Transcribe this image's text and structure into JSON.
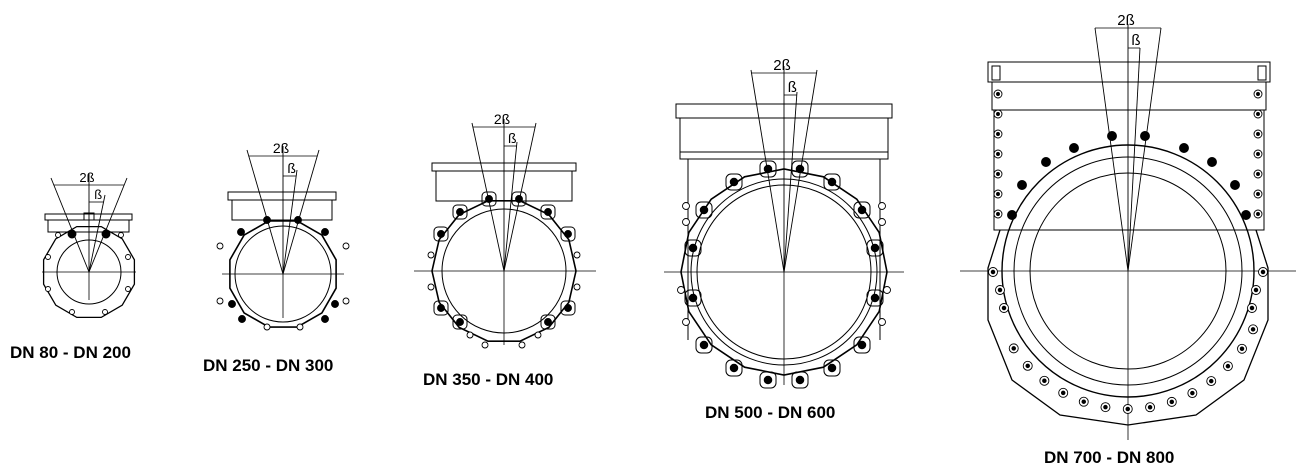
{
  "valves": [
    {
      "label": "DN 80 - DN 200",
      "angle_label": "2ß",
      "half_angle_label": "ß"
    },
    {
      "label": "DN 250 - DN 300",
      "angle_label": "2ß",
      "half_angle_label": "ß"
    },
    {
      "label": "DN 350 - DN 400",
      "angle_label": "2ß",
      "half_angle_label": "ß"
    },
    {
      "label": "DN 500 - DN 600",
      "angle_label": "2ß",
      "half_angle_label": "ß"
    },
    {
      "label": "DN 700 - DN 800",
      "angle_label": "2ß",
      "half_angle_label": "ß"
    }
  ]
}
